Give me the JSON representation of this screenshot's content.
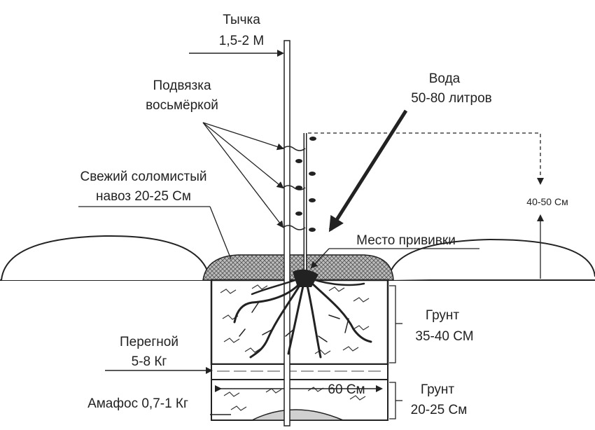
{
  "labels": {
    "stake_name": "Тычка",
    "stake_size": "1,5-2 М",
    "tie_line1": "Подвязка",
    "tie_line2": "восьмёркой",
    "water_line1": "Вода",
    "water_line2": "50-80 литров",
    "manure_line1": "Свежий соломистый",
    "manure_line2": "навоз 20-25 См",
    "height_range": "40-50 См",
    "graft_site": "Место прививки",
    "soil_top_line1": "Грунт",
    "soil_top_line2": "35-40 СМ",
    "humus_line1": "Перегной",
    "humus_line2": "5-8 Кг",
    "width": "60 См",
    "soil_bottom_line1": "Грунт",
    "soil_bottom_line2": "20-25 См",
    "fertilizer": "Амафос 0,7-1 Кг"
  },
  "colors": {
    "ink": "#222222",
    "mulch": "#8a8a8a",
    "sand": "#d0d0d0"
  }
}
